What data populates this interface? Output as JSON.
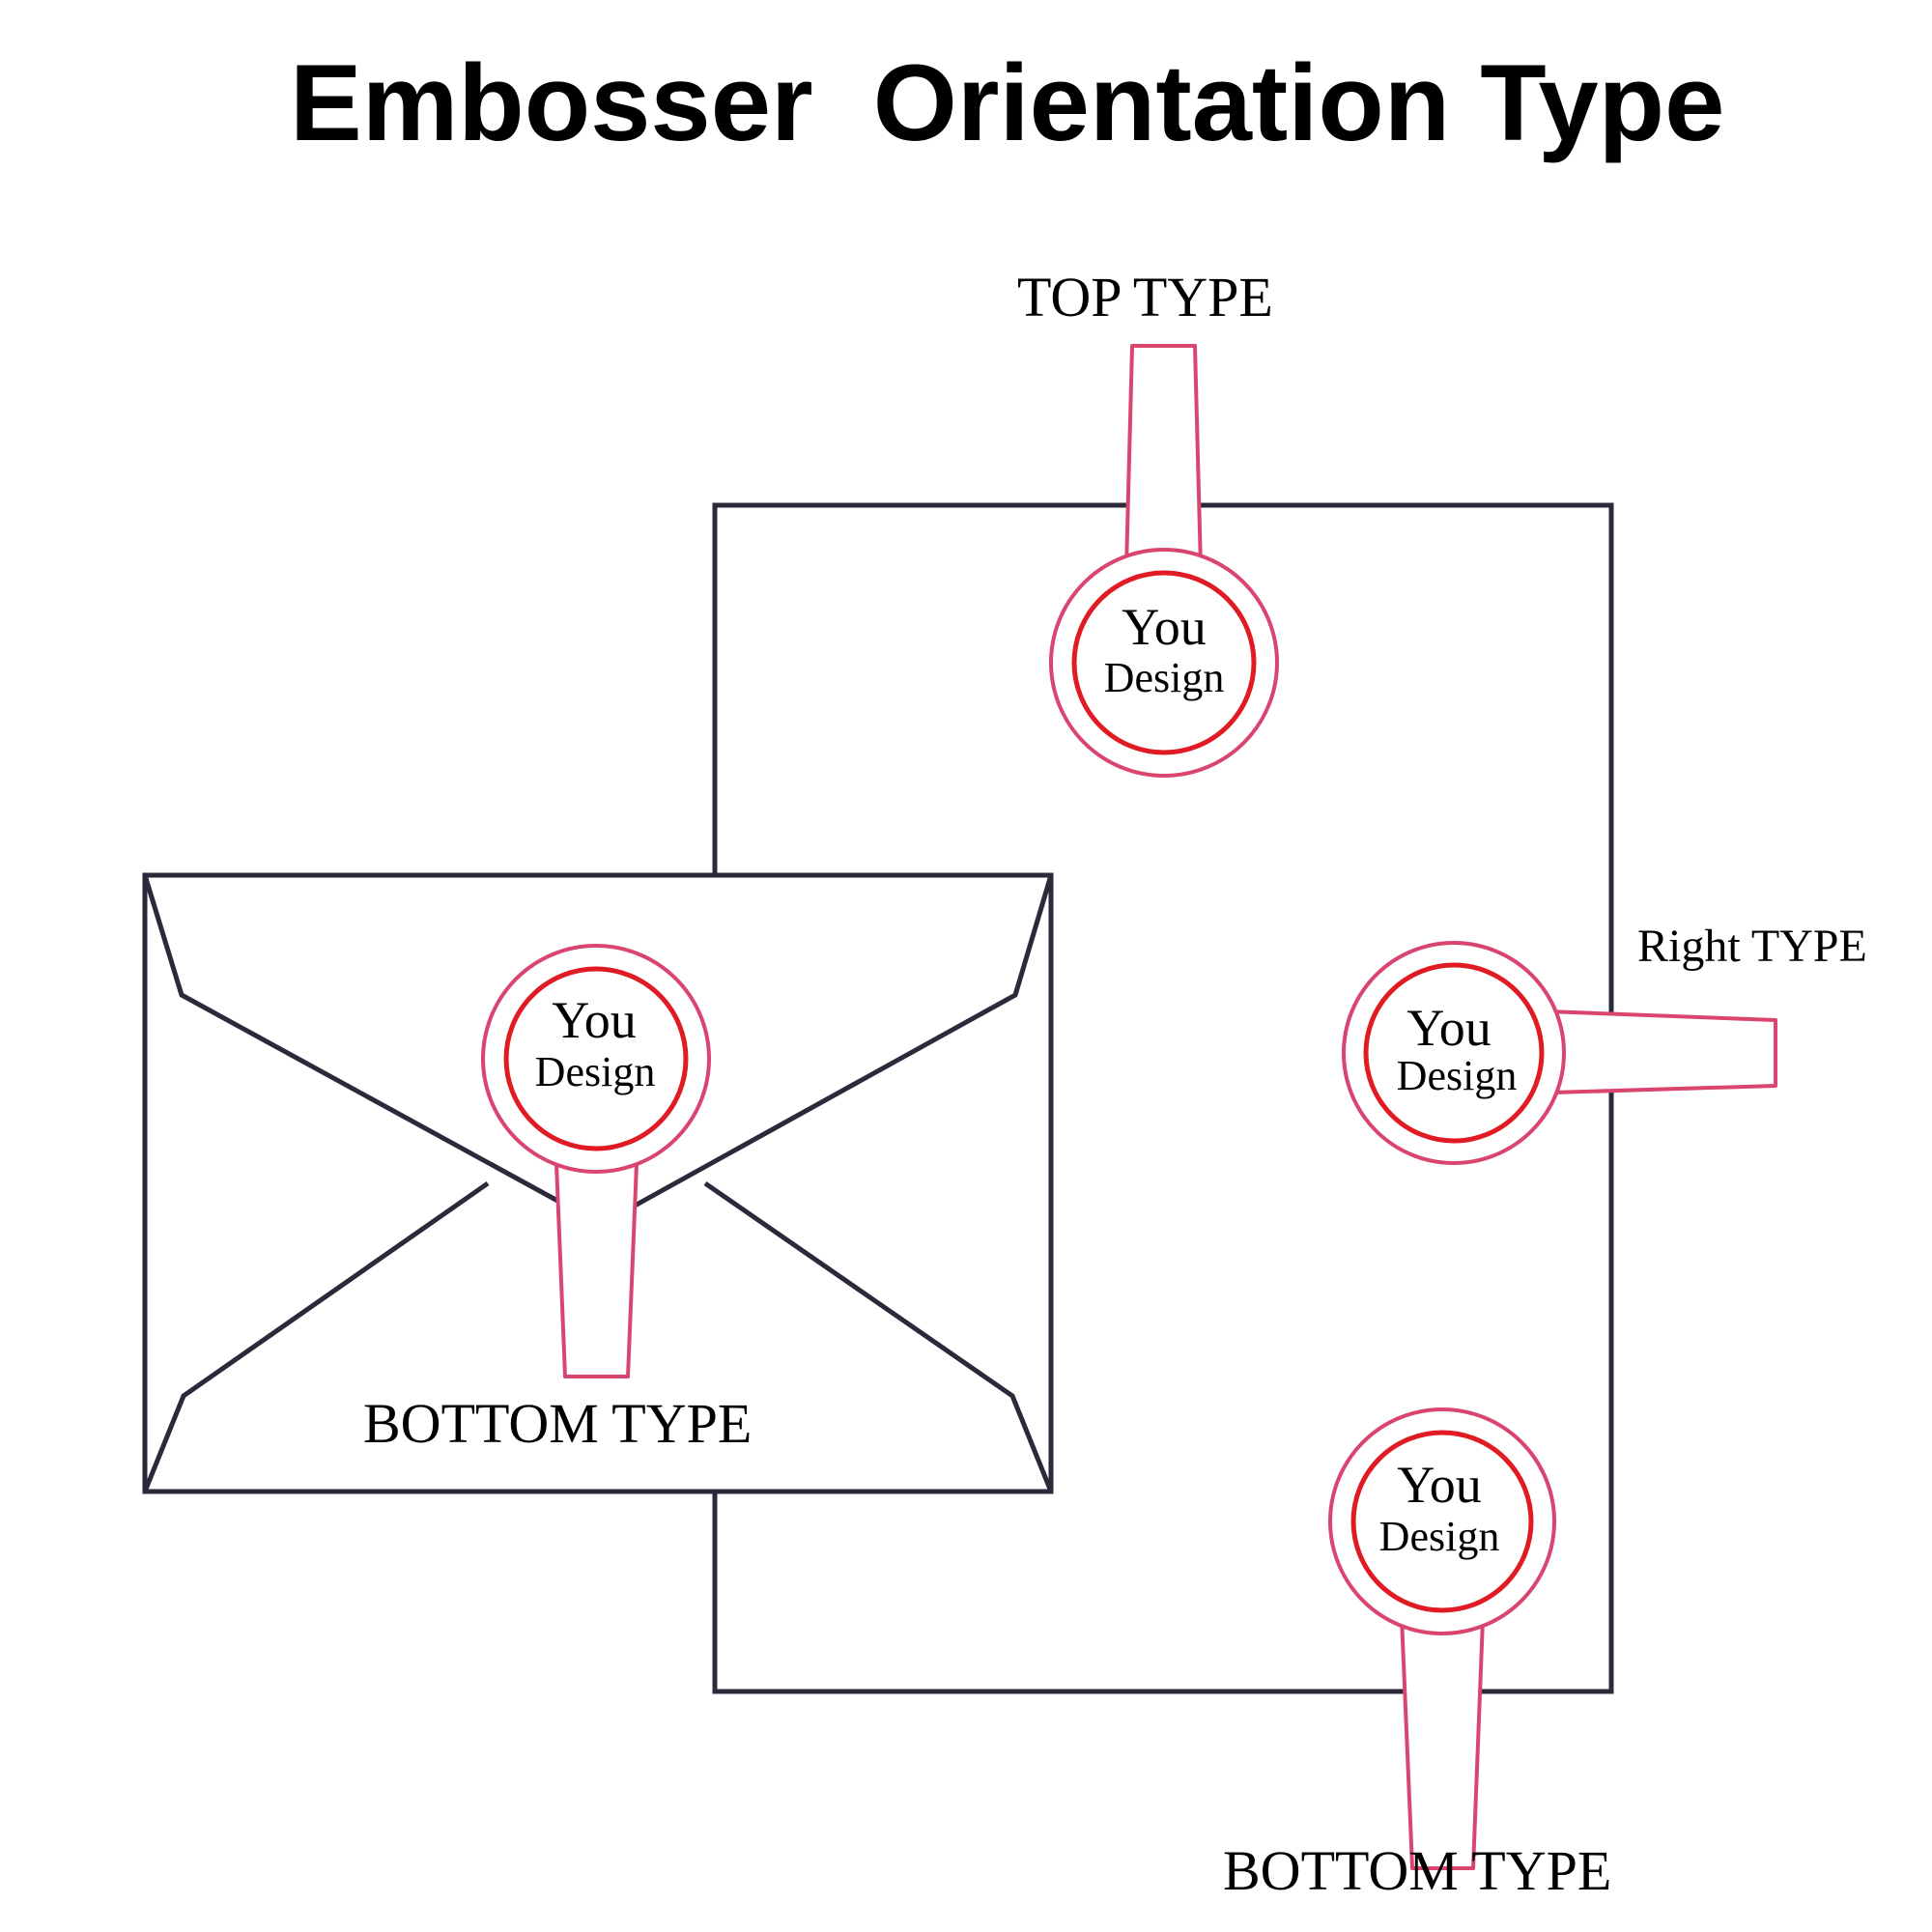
{
  "title": "Embosser  Orientation Type",
  "labels": {
    "top": "TOP TYPE",
    "right": "Right TYPE",
    "bottom_envelope": "BOTTOM TYPE",
    "bottom_paper": "BOTTOM TYPE"
  },
  "seal_text": {
    "line1": "You",
    "line2": "Design"
  },
  "colors": {
    "outline": "#2a2a3a",
    "handle_stroke": "#d9456e",
    "inner_ring": "#e01b24",
    "background": "#ffffff"
  }
}
